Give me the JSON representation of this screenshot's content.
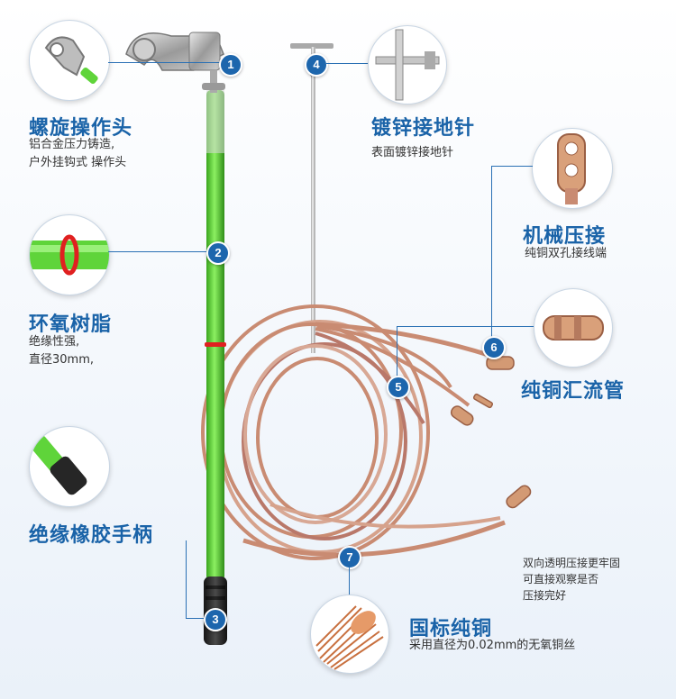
{
  "features": [
    {
      "id": "1",
      "title": "螺旋操作头",
      "lines": [
        "铝合金压力铸造,",
        "户外挂钩式 操作头"
      ]
    },
    {
      "id": "2",
      "title": "环氧树脂",
      "lines": [
        "绝缘性强,",
        "直径30mm,"
      ]
    },
    {
      "id": "3",
      "title": "绝缘橡胶手柄",
      "lines": []
    },
    {
      "id": "4",
      "title": "镀锌接地针",
      "lines": [
        "表面镀锌接地针"
      ]
    },
    {
      "id": "5",
      "title": "纯铜汇流管",
      "lines": []
    },
    {
      "id": "6",
      "title": "机械压接",
      "lines": [
        "纯铜双孔接线端"
      ]
    },
    {
      "id": "7",
      "title": "国标纯铜",
      "lines": [
        "采用直径为0.02mm的无氧铜丝"
      ]
    }
  ],
  "note_lines": [
    "双向透明压接更牢固",
    "可直接观察是否",
    "压接完好"
  ],
  "colors": {
    "accent": "#1d66ad",
    "rod_green": "#5fd43a",
    "cable_copper": "#c98b72",
    "handle": "#2b2b2b"
  },
  "icons": [
    "hook-head-icon",
    "epoxy-rod-icon",
    "rubber-handle-icon",
    "ground-pin-icon",
    "busbar-tube-icon",
    "terminal-lug-icon",
    "copper-wire-icon"
  ]
}
